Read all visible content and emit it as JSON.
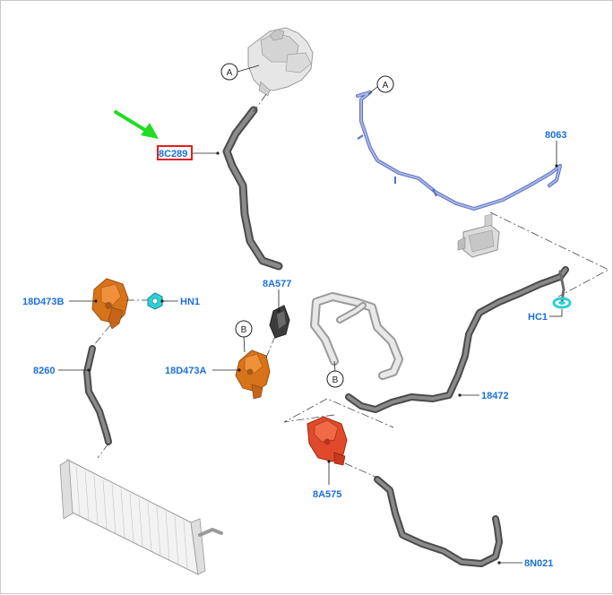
{
  "labels": {
    "p_8c289": "8C289",
    "p_8063": "8063",
    "p_18d473b": "18D473B",
    "p_hn1": "HN1",
    "p_8a577": "8A577",
    "p_hc1": "HC1",
    "p_18d473a": "18D473A",
    "p_8260": "8260",
    "p_18472": "18472",
    "p_8a575": "8A575",
    "p_8n021": "8N021"
  },
  "callouts": {
    "a_left": "A",
    "a_right": "A",
    "b_upper": "B",
    "b_lower": "B"
  },
  "colors": {
    "label_blue": "#1d6fd8",
    "highlight_red": "#e0201a",
    "arrow_green": "#22dd22",
    "hose_gray": "#6b6b6b",
    "pump_orange": "#d9731a",
    "valve_red": "#e04a2a",
    "clip_cyan": "#2fd0d8",
    "tube_blue": "#7f92d6"
  },
  "icons": {
    "pointer": "green-arrow-icon",
    "callout": "circle-letter-icon"
  }
}
